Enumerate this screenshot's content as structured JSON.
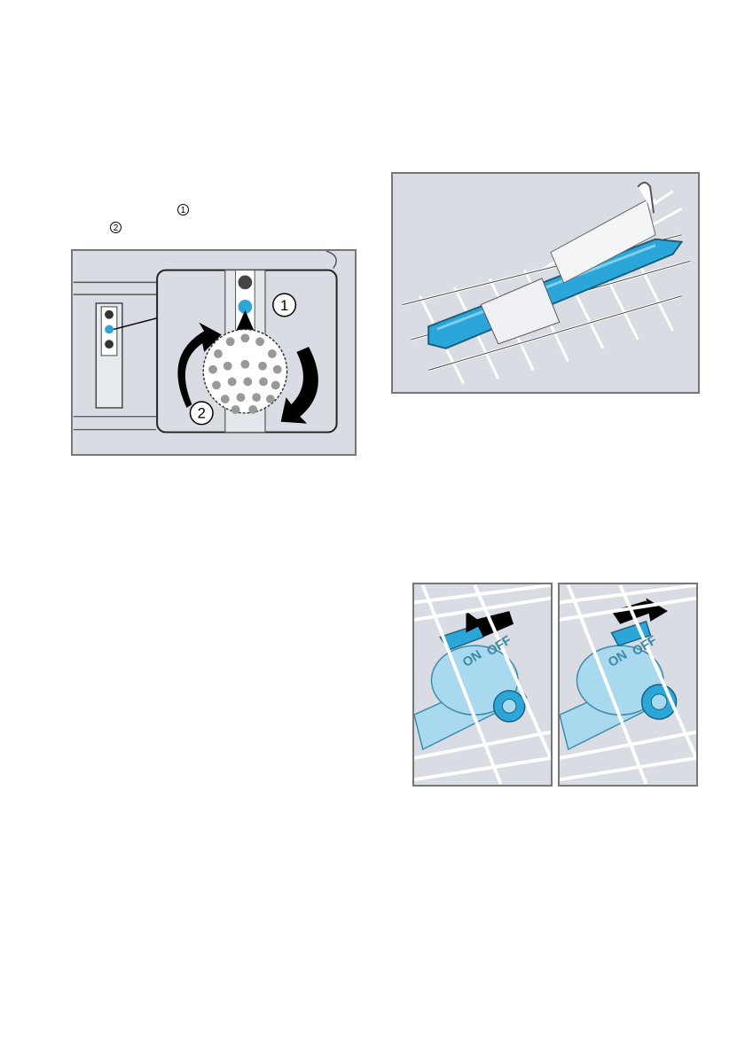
{
  "callouts": {
    "first_marker": "1",
    "second_marker": "2"
  },
  "figure_rotation": {
    "step1_label": "1",
    "step2_label": "2"
  },
  "figure_switch_left": {
    "on_text": "ON",
    "off_text": "OFF"
  },
  "figure_switch_right": {
    "on_text": "ON",
    "off_text": "OFF"
  },
  "colors": {
    "accent_blue": "#2aa7d8",
    "light_blue": "#a9d9ef",
    "figure_bg": "#d9dde3",
    "frame": "#777777"
  }
}
